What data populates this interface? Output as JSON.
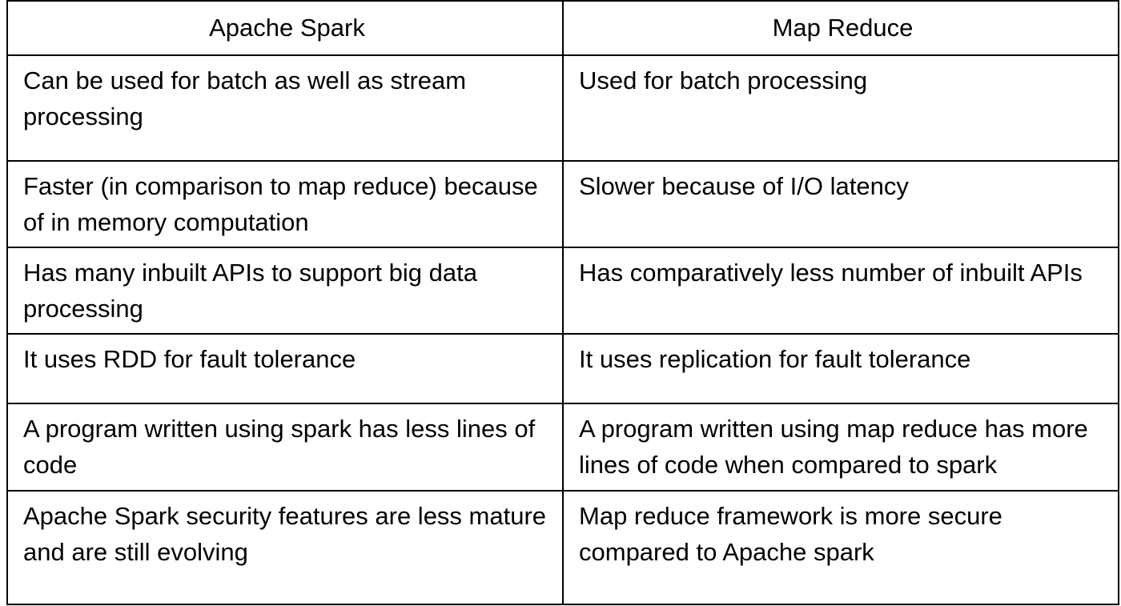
{
  "table": {
    "headers": [
      "Apache Spark",
      "Map Reduce"
    ],
    "rows": [
      [
        "Can be used for batch as well as stream processing",
        "Used for batch processing"
      ],
      [
        "Faster (in comparison to map reduce) because of in memory computation",
        "Slower because of I/O latency"
      ],
      [
        "Has many inbuilt APIs to support big data processing",
        "Has comparatively less number of inbuilt APIs"
      ],
      [
        "It uses RDD for fault tolerance",
        "It uses replication for fault tolerance"
      ],
      [
        "A program written using spark has less lines of code",
        "A program written using map reduce has more lines of code when compared to spark"
      ],
      [
        "Apache Spark security features are less mature and are still evolving",
        "Map reduce framework is more secure compared to Apache spark"
      ]
    ]
  }
}
